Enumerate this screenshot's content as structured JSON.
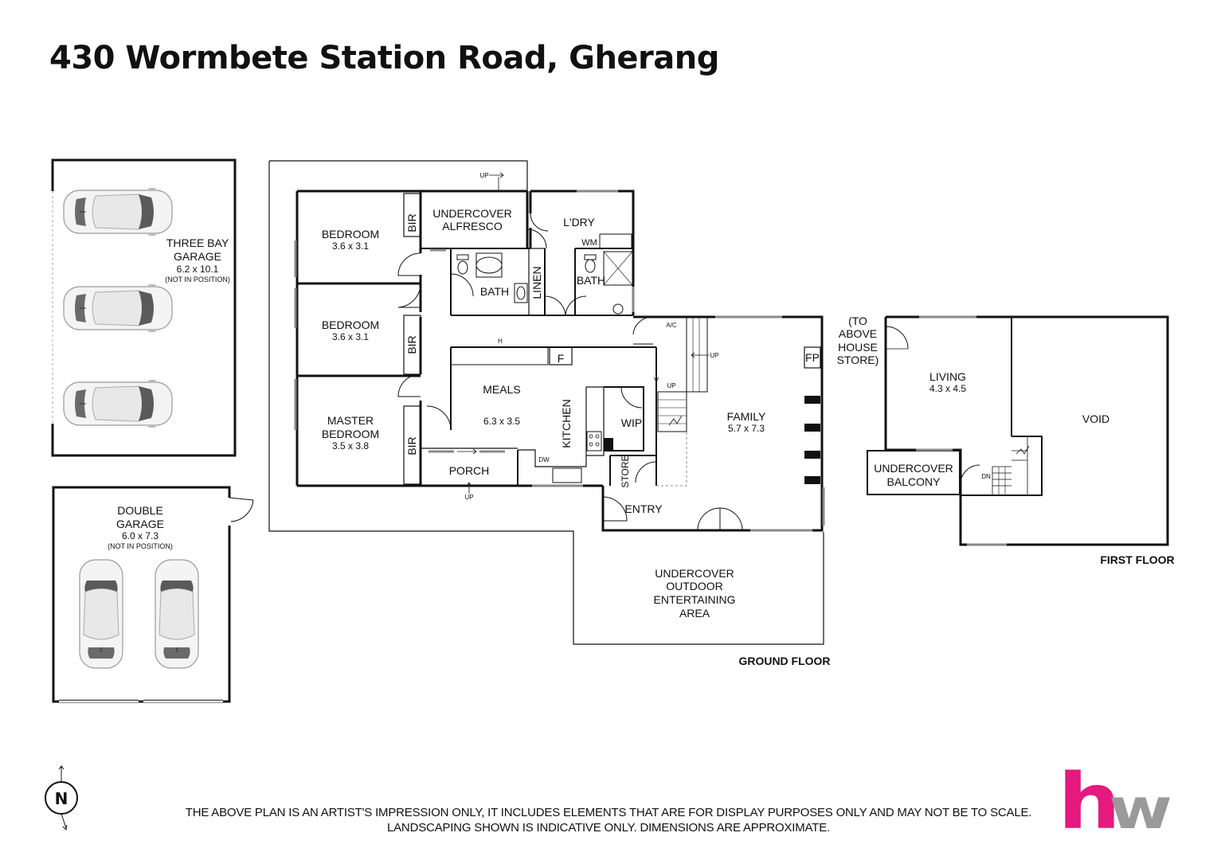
{
  "title": "430 Wormbete Station Road, Gherang",
  "rooms": {
    "three_bay_garage": {
      "name": [
        "THREE BAY",
        "GARAGE"
      ],
      "dim": "6.2 x 10.1",
      "note": "(NOT IN POSITION)"
    },
    "double_garage": {
      "name": [
        "DOUBLE",
        "GARAGE"
      ],
      "dim": "6.0 x 7.3",
      "note": "(NOT IN POSITION)"
    },
    "bedroom_1": {
      "name": "BEDROOM",
      "dim": "3.6 x 3.1"
    },
    "bedroom_2": {
      "name": "BEDROOM",
      "dim": "3.6 x 3.1"
    },
    "master_bedroom": {
      "name": [
        "MASTER",
        "BEDROOM"
      ],
      "dim": "3.5 x 3.8"
    },
    "bir": "BIR",
    "undercover_alfresco": [
      "UNDERCOVER",
      "ALFRESCO"
    ],
    "ldry": "L'DRY",
    "wm": "WM",
    "bath": "BATH",
    "linen": "LINEN",
    "meals": {
      "name": "MEALS",
      "dim": "6.3 x 3.5"
    },
    "kitchen": "KITCHEN",
    "wip": "WIP",
    "store": "STORE",
    "porch": "PORCH",
    "entry": "ENTRY",
    "family": {
      "name": "FAMILY",
      "dim": "5.7 x 7.3"
    },
    "fp": "FP",
    "fridge": "F",
    "hotplate": "H",
    "dw": "DW",
    "ac": "A/C",
    "up": "UP",
    "dn": "DN",
    "undercover_outdoor": [
      "UNDERCOVER",
      "OUTDOOR",
      "ENTERTAINING",
      "AREA"
    ],
    "to_above_store": [
      "(TO",
      "ABOVE",
      "HOUSE",
      "STORE)"
    ],
    "living": {
      "name": "LIVING",
      "dim": "4.3 x 4.5"
    },
    "void": "VOID",
    "undercover_balcony": [
      "UNDERCOVER",
      "BALCONY"
    ]
  },
  "floors": {
    "ground": "GROUND FLOOR",
    "first": "FIRST FLOOR"
  },
  "disclaimer": {
    "line1": "THE ABOVE PLAN IS AN ARTIST'S IMPRESSION ONLY, IT INCLUDES ELEMENTS THAT ARE FOR DISPLAY PURPOSES ONLY AND MAY NOT BE TO SCALE.",
    "line2": "LANDSCAPING SHOWN IS INDICATIVE ONLY. DIMENSIONS ARE APPROXIMATE."
  },
  "compass_label": "N",
  "logo": {
    "text": "hw",
    "h_color": "#e5197e",
    "w_color": "#9a9a9a"
  },
  "colors": {
    "wall": "#111111",
    "car_body": "#f4f4f4",
    "car_glass": "#5a5a5a"
  }
}
